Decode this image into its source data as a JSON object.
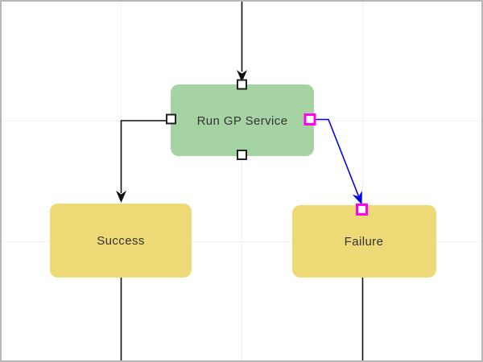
{
  "canvas": {
    "background_color": "#ffffff",
    "border_color": "#b7b7b7",
    "grid_color": "#f1f1f1"
  },
  "colors": {
    "edge": "#111111",
    "selected_edge": "#0000ee",
    "handle_fill": "#ffffff",
    "handle_border": "#222222",
    "selected_handle_border": "#ff00f0"
  },
  "nodes": {
    "run_gp_service": {
      "label": "Run GP Service",
      "fill": "#a5d3a3",
      "text_color": "#333333"
    },
    "success": {
      "label": "Success",
      "fill": "#edda76",
      "text_color": "#333333"
    },
    "failure": {
      "label": "Failure",
      "fill": "#edda76",
      "text_color": "#333333"
    }
  },
  "edges": [
    {
      "from": "offscreen-top",
      "to": "run_gp_service",
      "state": "normal"
    },
    {
      "from": "run_gp_service",
      "to": "success",
      "state": "normal"
    },
    {
      "from": "run_gp_service",
      "to": "failure",
      "state": "selected"
    },
    {
      "from": "success",
      "to": "offscreen-bottom",
      "state": "normal"
    },
    {
      "from": "failure",
      "to": "offscreen-bottom",
      "state": "normal"
    }
  ]
}
